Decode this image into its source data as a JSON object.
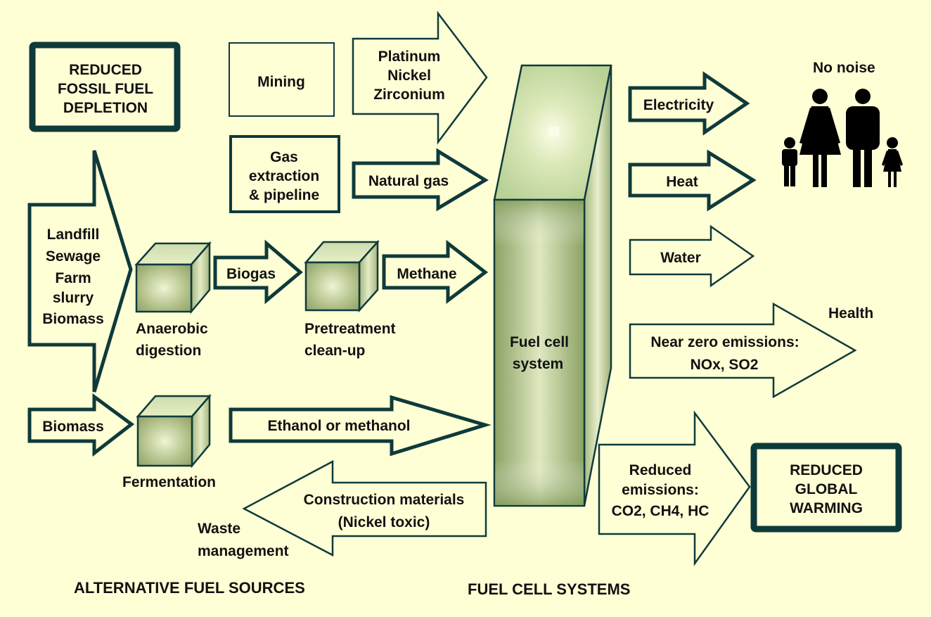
{
  "diagram": {
    "title_left": "ALTERNATIVE FUEL SOURCES",
    "title_right": "FUEL CELL SYSTEMS",
    "colors": {
      "background": "#ffffd6",
      "outline": "#0f3a3a",
      "cube_green": "#9aad74",
      "cube_light": "#dfe9bf"
    },
    "benefit_boxes": {
      "fossil": [
        "REDUCED",
        "FOSSIL FUEL",
        "DEPLETION"
      ],
      "warming": [
        "REDUCED",
        "GLOBAL",
        "WARMING"
      ]
    },
    "source_boxes": {
      "mining": "Mining",
      "gas_extraction": [
        "Gas",
        "extraction",
        "& pipeline"
      ]
    },
    "input_arrows": {
      "metals": [
        "Platinum",
        "Nickel",
        "Zirconium"
      ],
      "natural_gas": "Natural gas",
      "waste_sources": [
        "Landfill",
        "Sewage",
        "Farm",
        "slurry",
        "Biomass"
      ],
      "biogas": "Biogas",
      "methane": "Methane",
      "biomass": "Biomass",
      "alcohol": "Ethanol or methanol"
    },
    "process_labels": {
      "anaerobic": [
        "Anaerobic",
        "digestion"
      ],
      "pretreatment": [
        "Pretreatment",
        "clean-up"
      ],
      "fermentation": "Fermentation"
    },
    "fuel_cell": [
      "Fuel cell",
      "system"
    ],
    "output_arrows": {
      "electricity": "Electricity",
      "heat": "Heat",
      "water": "Water",
      "near_zero": [
        "Near zero emissions:",
        "NOx, SO2"
      ],
      "reduced_emissions": [
        "Reduced",
        "emissions:",
        "CO2, CH4, HC"
      ],
      "construction": [
        "Construction materials",
        "(Nickel toxic)"
      ]
    },
    "annotations": {
      "no_noise": "No noise",
      "health": "Health",
      "waste_management": [
        "Waste",
        "management"
      ]
    }
  }
}
